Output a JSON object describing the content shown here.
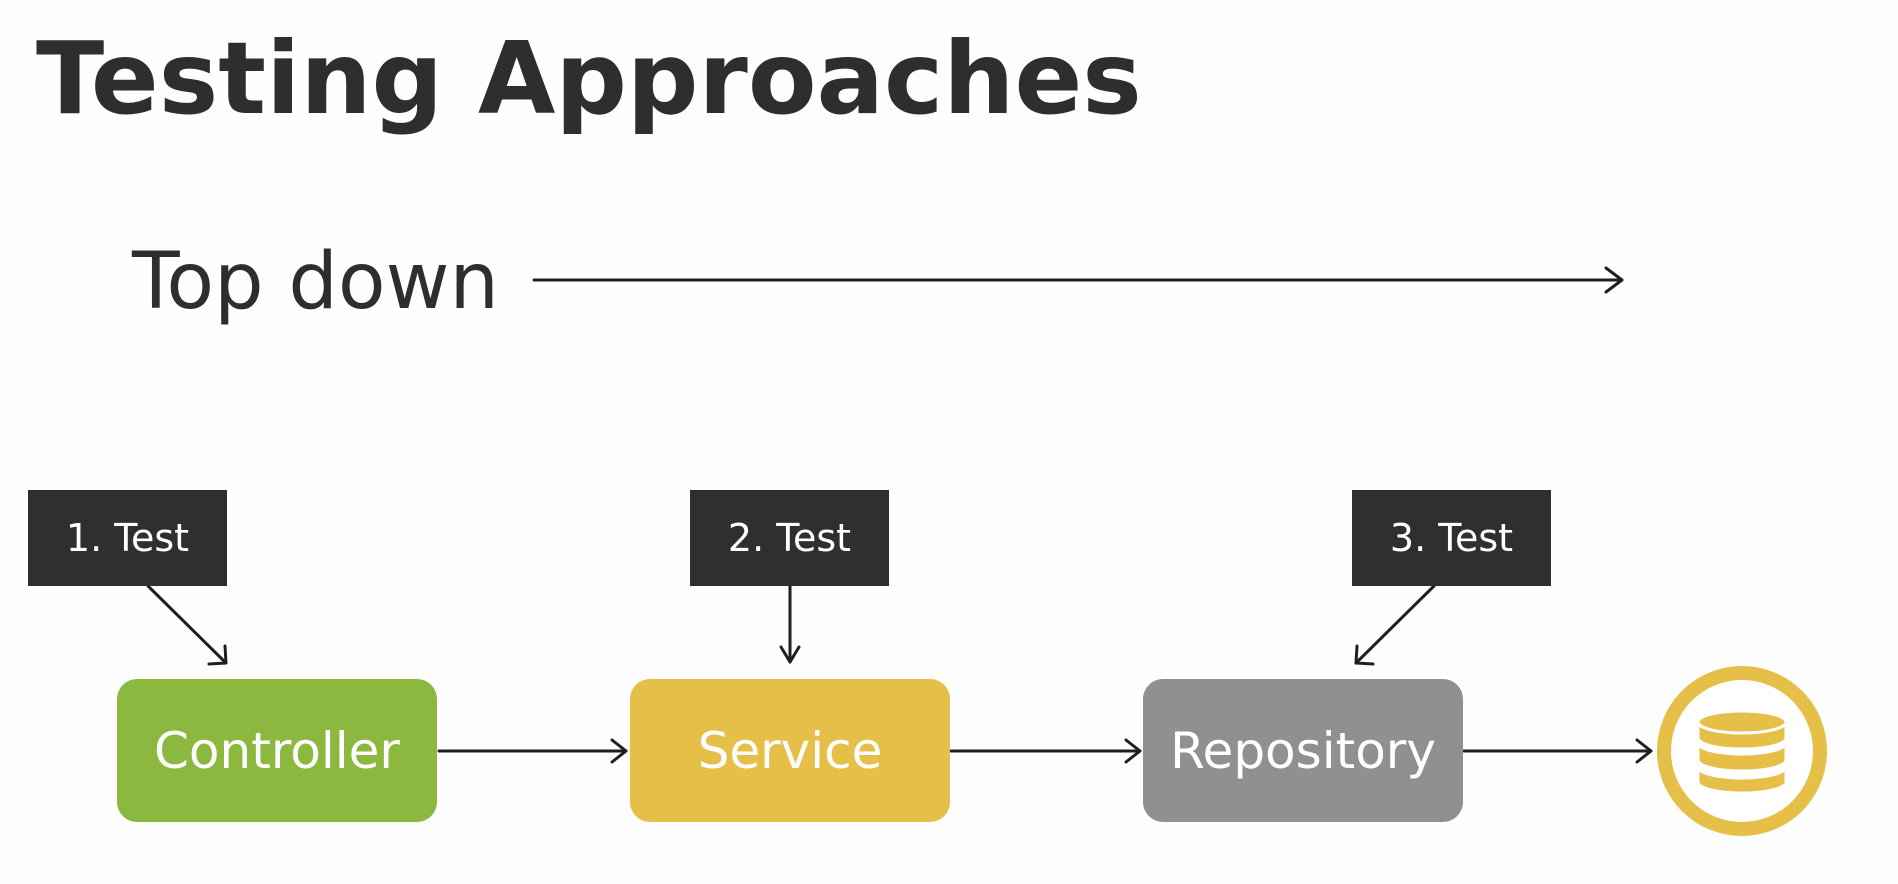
{
  "slide": {
    "title": "Testing Approaches",
    "subtitle": "Top down"
  },
  "tests": [
    {
      "label": "1. Test"
    },
    {
      "label": "2. Test"
    },
    {
      "label": "3. Test"
    }
  ],
  "layers": [
    {
      "label": "Controller",
      "color": "#8cb83f"
    },
    {
      "label": "Service",
      "color": "#e5bf47"
    },
    {
      "label": "Repository",
      "color": "#8f9092"
    }
  ],
  "database": {
    "icon": "database-icon",
    "color": "#e5bf47"
  },
  "colors": {
    "text": "#2d2e30",
    "label_background": "#2e2f31",
    "arrow": "#1f1f1f"
  }
}
